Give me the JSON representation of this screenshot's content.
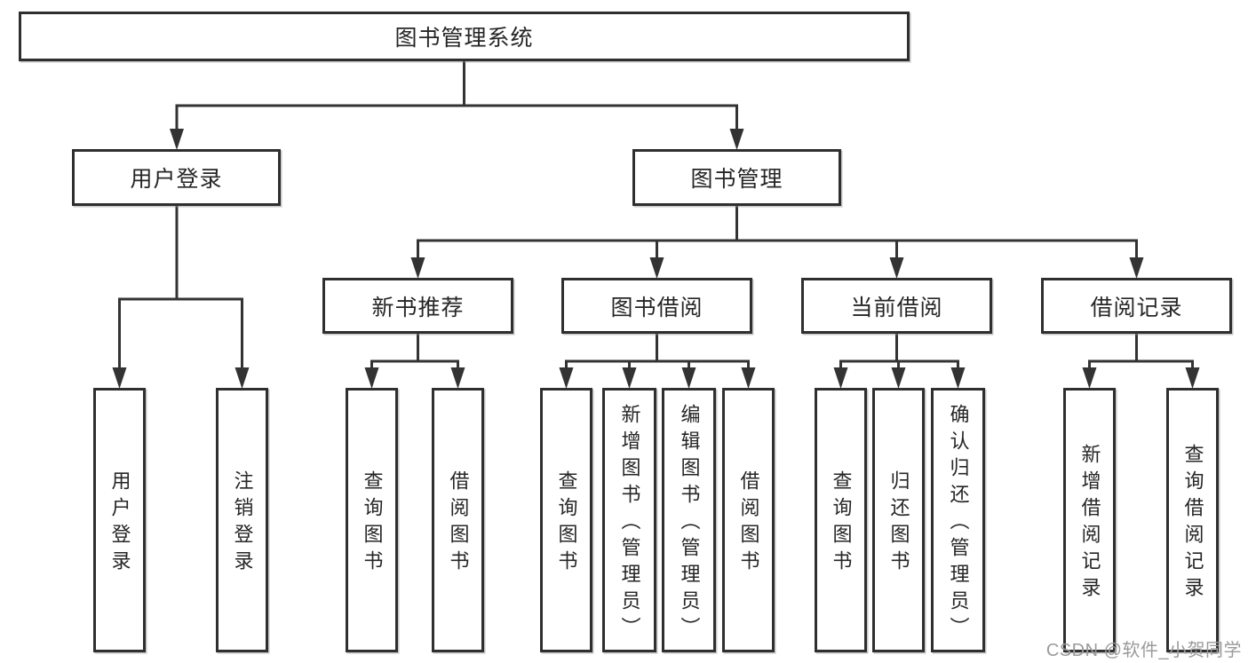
{
  "tree": {
    "root": {
      "label": "图书管理系统"
    },
    "branches": [
      {
        "label": "用户登录",
        "children": [
          {
            "label": "用户登录"
          },
          {
            "label": "注销登录"
          }
        ]
      },
      {
        "label": "图书管理",
        "groups": [
          {
            "label": "新书推荐",
            "children": [
              {
                "label": "查询图书"
              },
              {
                "label": "借阅图书"
              }
            ]
          },
          {
            "label": "图书借阅",
            "children": [
              {
                "label": "查询图书"
              },
              {
                "label": "新增图书（管理员）"
              },
              {
                "label": "编辑图书（管理员）"
              },
              {
                "label": "借阅图书"
              }
            ]
          },
          {
            "label": "当前借阅",
            "children": [
              {
                "label": "查询图书"
              },
              {
                "label": "归还图书"
              },
              {
                "label": "确认归还（管理员）"
              }
            ]
          },
          {
            "label": "借阅记录",
            "children": [
              {
                "label": "新增借阅记录"
              },
              {
                "label": "查询借阅记录"
              }
            ]
          }
        ]
      }
    ]
  },
  "watermark": "CSDN @软件_小贺同学",
  "colors": {
    "line": "#333333",
    "box_border": "#2f2f2f",
    "text": "#262626",
    "watermark": "#9b9b9b",
    "background": "#ffffff"
  }
}
